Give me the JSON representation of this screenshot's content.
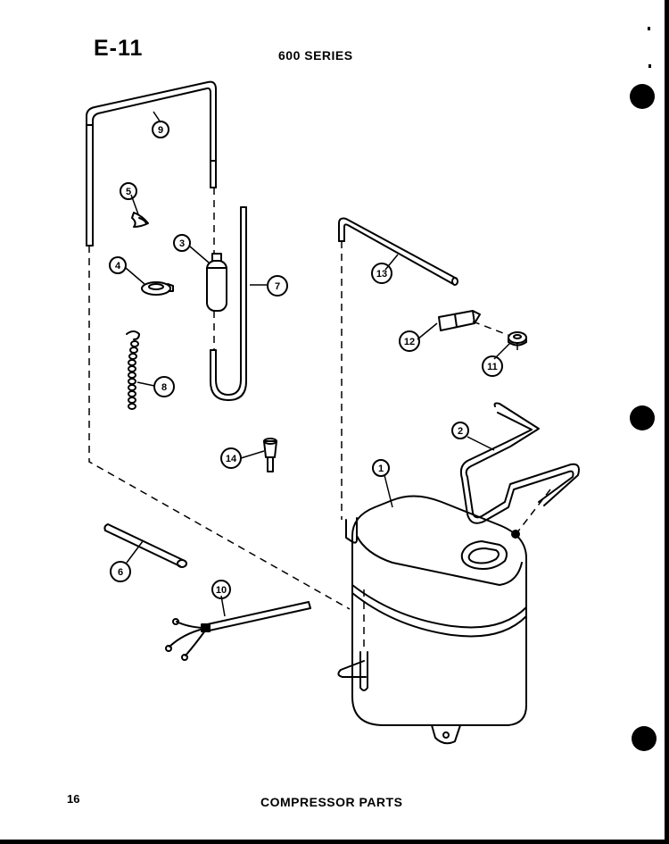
{
  "header": {
    "page_code": "E-11",
    "series": "600 SERIES"
  },
  "footer": {
    "page_number": "16",
    "title": "COMPRESSOR PARTS"
  },
  "callouts": [
    "1",
    "2",
    "3",
    "4",
    "5",
    "6",
    "7",
    "8",
    "9",
    "10",
    "11",
    "12",
    "13",
    "14"
  ]
}
